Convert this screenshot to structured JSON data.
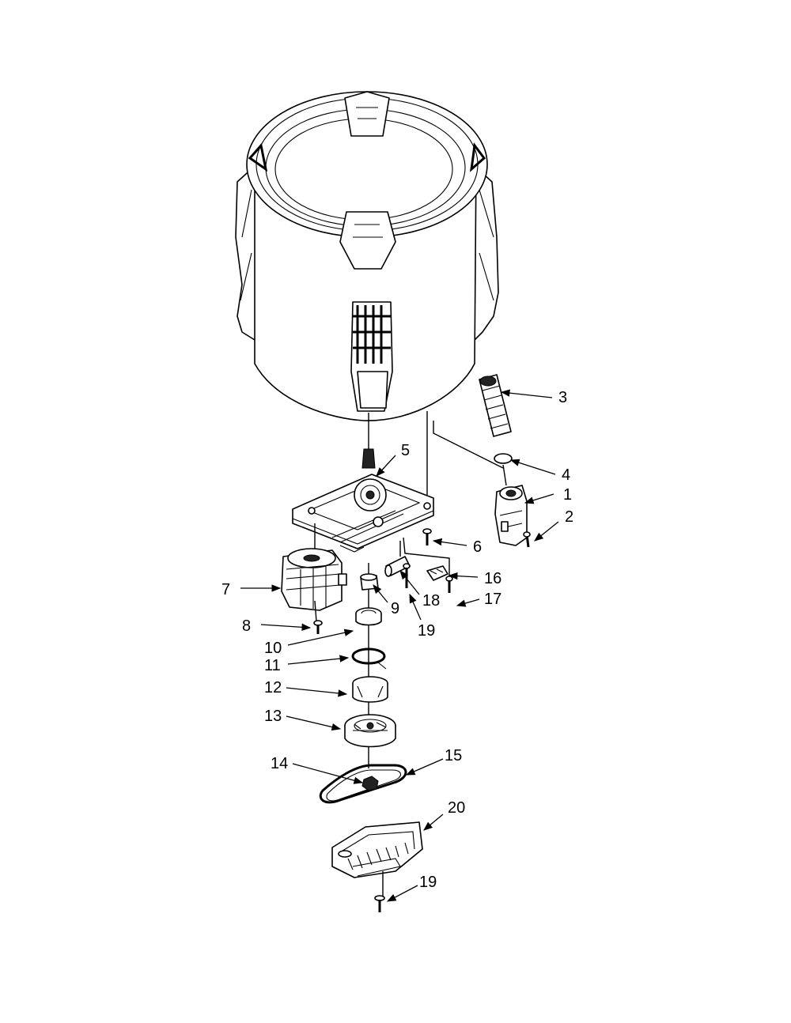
{
  "diagram": {
    "type": "exploded-parts-diagram",
    "callouts": [
      {
        "id": "c1",
        "label": "1"
      },
      {
        "id": "c2",
        "label": "2"
      },
      {
        "id": "c3",
        "label": "3"
      },
      {
        "id": "c4",
        "label": "4"
      },
      {
        "id": "c5",
        "label": "5"
      },
      {
        "id": "c6",
        "label": "6"
      },
      {
        "id": "c7",
        "label": "7"
      },
      {
        "id": "c8",
        "label": "8"
      },
      {
        "id": "c9",
        "label": "9"
      },
      {
        "id": "c10",
        "label": "10"
      },
      {
        "id": "c11",
        "label": "11"
      },
      {
        "id": "c12",
        "label": "12"
      },
      {
        "id": "c13",
        "label": "13"
      },
      {
        "id": "c14",
        "label": "14"
      },
      {
        "id": "c15",
        "label": "15"
      },
      {
        "id": "c16",
        "label": "16"
      },
      {
        "id": "c17",
        "label": "17"
      },
      {
        "id": "c18",
        "label": "18"
      },
      {
        "id": "c19a",
        "label": "19"
      },
      {
        "id": "c19b",
        "label": "19"
      },
      {
        "id": "c20",
        "label": "20"
      }
    ]
  }
}
